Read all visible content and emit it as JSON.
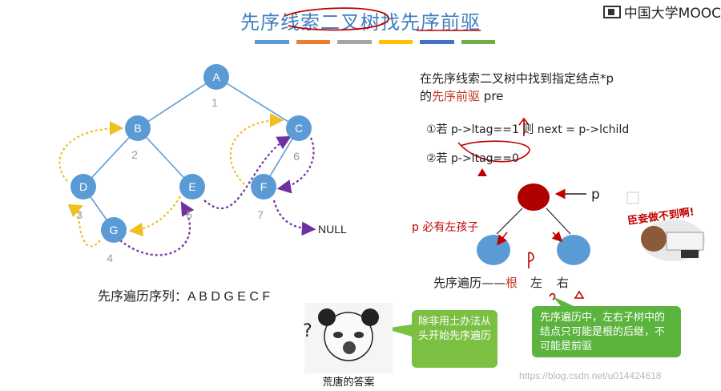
{
  "header": {
    "title": "先序线索二叉树找先序前驱",
    "brand": "中国大学MOOC",
    "bar_colors": [
      "#5b9bd5",
      "#ed7d31",
      "#a5a5a5",
      "#ffc000",
      "#4472c4",
      "#70ad47"
    ]
  },
  "tree": {
    "nodes": [
      {
        "id": "A",
        "label": "A",
        "order": "1"
      },
      {
        "id": "B",
        "label": "B",
        "order": "2"
      },
      {
        "id": "C",
        "label": "C",
        "order": "6"
      },
      {
        "id": "D",
        "label": "D",
        "order": "3"
      },
      {
        "id": "E",
        "label": "E",
        "order": "5"
      },
      {
        "id": "F",
        "label": "F",
        "order": "7"
      },
      {
        "id": "G",
        "label": "G",
        "order": "4"
      }
    ],
    "null_label": "NULL",
    "traversal_label": "先序遍历序列：",
    "traversal": "A B D G E C F"
  },
  "explanation": {
    "line1": "在先序线索二叉树中找到指定结点*p",
    "line2_prefix": "的",
    "line2_red": "先序前驱",
    "line2_suffix": " pre",
    "case1": "①若 p->ltag==1 则 next = p->lchild",
    "case2_prefix": "②若 ",
    "case2_code": "p->ltag==0",
    "p_label": "p",
    "left_child_note": "p 必有左孩子",
    "order_prefix": "先序遍历——",
    "order_root": "根",
    "order_left": "左",
    "order_right": "右"
  },
  "bubbles": {
    "panda_text": "除非用土办法从头开始先序遍历",
    "panda_caption": "荒唐的答案",
    "panda_question": "?",
    "note": "先序遍历中，左右子树中的结点只可能是根的后继，不可能是前驱"
  },
  "cartoon": {
    "caption": "臣妾做不到啊!"
  },
  "watermark": "https://blog.csdn.net/u014424618",
  "colors": {
    "node_fill": "#5b9bd5",
    "red_node": "#b00000",
    "thread_yellow": "#f0c020",
    "thread_purple": "#7030a0",
    "ink_red": "#c00000"
  }
}
